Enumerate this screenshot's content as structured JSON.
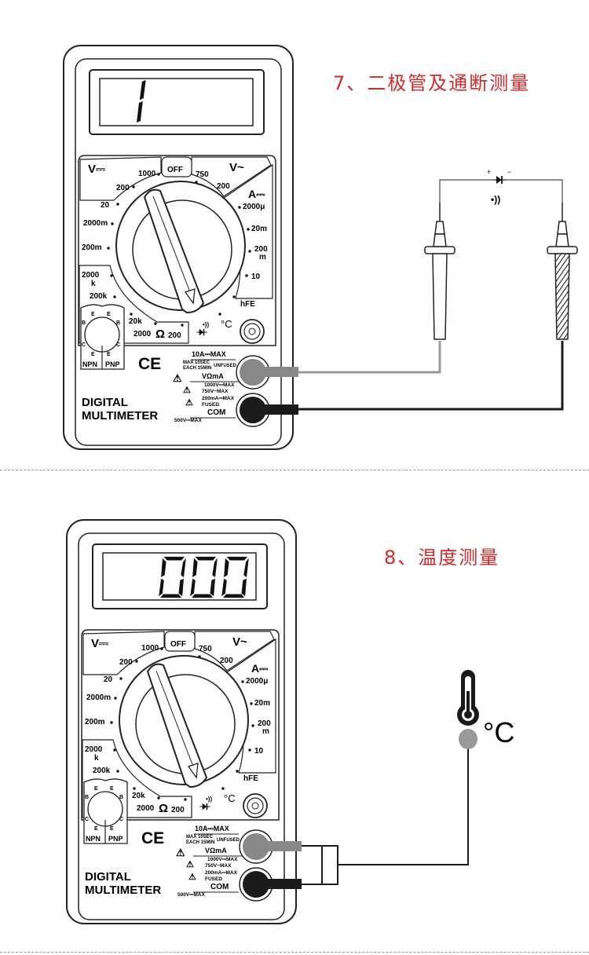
{
  "sections": [
    {
      "title": "7、二极管及通断测量",
      "lcd": "1"
    },
    {
      "title": "8、温度测量",
      "lcd": "000"
    }
  ],
  "meter": {
    "v_dc": "V⎓",
    "v_ac": "V~",
    "a_dc": "A⎓",
    "off": "OFF",
    "r1000": "1000",
    "r200a": "200",
    "r20": "20",
    "r2000m": "2000m",
    "r200m": "200m",
    "r2000k_a": "2000",
    "r2000k_b": "k",
    "r200k": "200k",
    "r20k": "20k",
    "r2000": "2000",
    "ohm": "Ω",
    "r200": "200",
    "ac750": "750",
    "ac200": "200",
    "a2000u": "2000μ",
    "a20m": "20m",
    "a200m_a": "200",
    "a200m_b": "m",
    "a10": "10",
    "hfe": "hFE",
    "celsius": "°C",
    "npn": "NPN",
    "pnp": "PNP",
    "e": "E",
    "b": "B",
    "c": "C",
    "ce": "CE",
    "brand_line1": "DIGITAL",
    "brand_line2": "MULTIMETER",
    "jack_10a": "10A⎓MAX",
    "jack_10a_note1": "MAX 10SEC",
    "jack_10a_note2": "EACH 15MIN",
    "jack_unfused": "UNFUSED",
    "jack_vohm": "VΩmA",
    "rating1": "1000V⎓MAX",
    "rating2": "750V~MAX",
    "rating3": "200mA⎓MAX",
    "rating4": "FUSED",
    "com": "COM",
    "ground_rating": "500V⎓MAX"
  },
  "probe_diagram": {
    "plus": "+",
    "minus": "−"
  },
  "temp_diagram": {
    "unit": "°C"
  }
}
